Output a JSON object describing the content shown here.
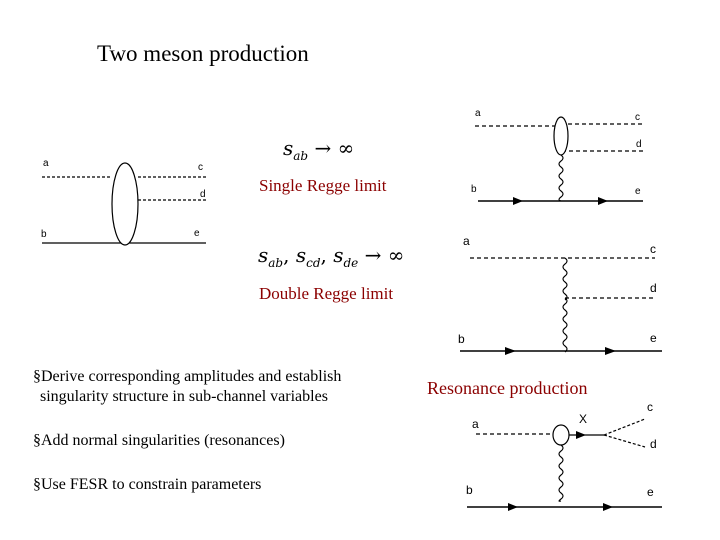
{
  "title": "Two meson production",
  "formulas": {
    "single": {
      "var": "s",
      "sub": "ab",
      "arrow": "→",
      "inf": "∞"
    },
    "double": {
      "v1": "s",
      "s1": "ab",
      "sep1": ", ",
      "v2": "s",
      "s2": "cd",
      "sep2": ", ",
      "v3": "s",
      "s3": "de",
      "arrow": "→",
      "inf": "∞"
    }
  },
  "labels": {
    "single_regge": "Single Regge limit",
    "double_regge": "Double Regge limit",
    "resonance_production": "Resonance production"
  },
  "bullets": [
    {
      "marker": "§",
      "text": "Derive corresponding amplitudes and establish",
      "cont": "singularity structure in sub-channel variables"
    },
    {
      "marker": "§",
      "text": "Add normal singularities (resonances)"
    },
    {
      "marker": "§",
      "text": "Use FESR to constrain parameters"
    }
  ],
  "diagram_labels": {
    "a": "a",
    "b": "b",
    "c": "c",
    "d": "d",
    "e": "e",
    "x": "X"
  },
  "colors": {
    "accent_text": "#8b0000",
    "line": "#000000"
  }
}
